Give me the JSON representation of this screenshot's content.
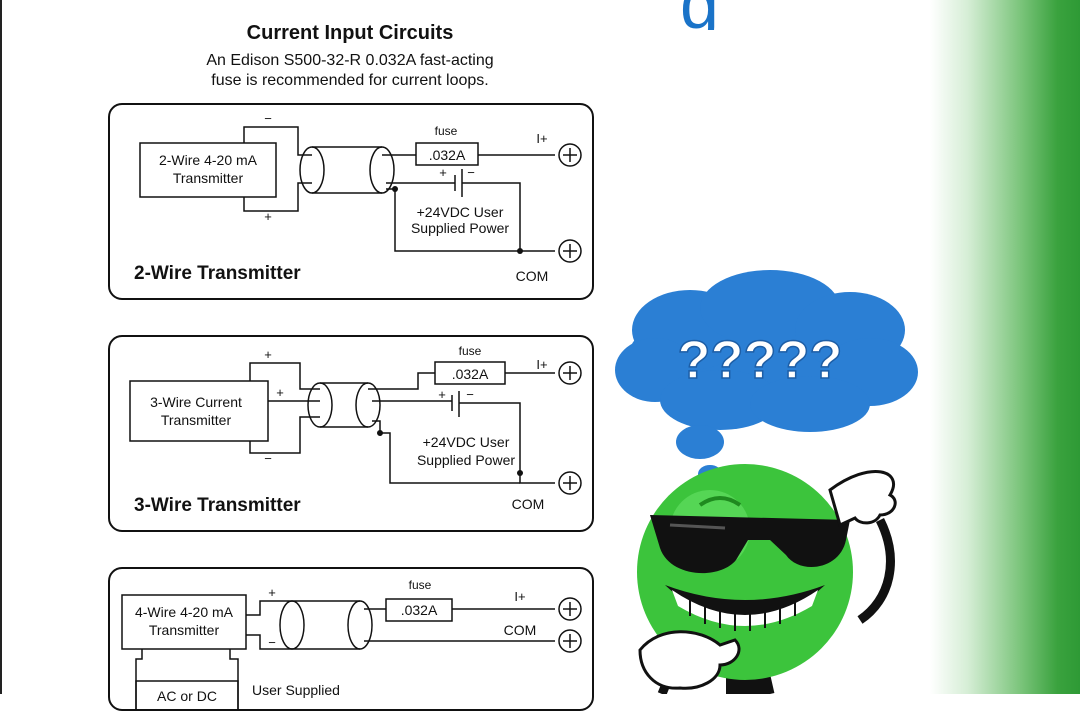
{
  "slide_title_fragment": "g",
  "header": {
    "title": "Current Input Circuits",
    "line1": "An Edison S500-32-R  0.032A fast-acting",
    "line2": "fuse is recommended for current loops."
  },
  "panels": [
    {
      "heading": "2-Wire Transmitter",
      "device": [
        "2-Wire 4-20 mA",
        "Transmitter"
      ],
      "fuse_label": "fuse",
      "fuse_value": ".032A",
      "power": [
        "+24VDC User",
        "Supplied Power"
      ],
      "terminal_top": "I+",
      "terminal_bottom": "COM",
      "plus": "+",
      "minus": "−"
    },
    {
      "heading": "3-Wire Transmitter",
      "device": [
        "3-Wire Current",
        "Transmitter"
      ],
      "fuse_label": "fuse",
      "fuse_value": ".032A",
      "power": [
        "+24VDC User",
        "Supplied Power"
      ],
      "terminal_top": "I+",
      "terminal_bottom": "COM",
      "plus": "+",
      "minus": "−"
    },
    {
      "device": [
        "4-Wire 4-20 mA",
        "Transmitter"
      ],
      "fuse_label": "fuse",
      "fuse_value": ".032A",
      "terminal_top": "I+",
      "terminal_bottom": "COM",
      "supply_box": "AC or DC",
      "supply_label": "User Supplied",
      "plus": "+",
      "minus": "−"
    }
  ],
  "cartoon": {
    "thought_text": "?????",
    "colors": {
      "cloud": "#2b7fd4",
      "character": "#3cc43c",
      "glasses": "#111111"
    }
  },
  "colors": {
    "accent": "#1a73c8",
    "green": "#2e9a35"
  }
}
